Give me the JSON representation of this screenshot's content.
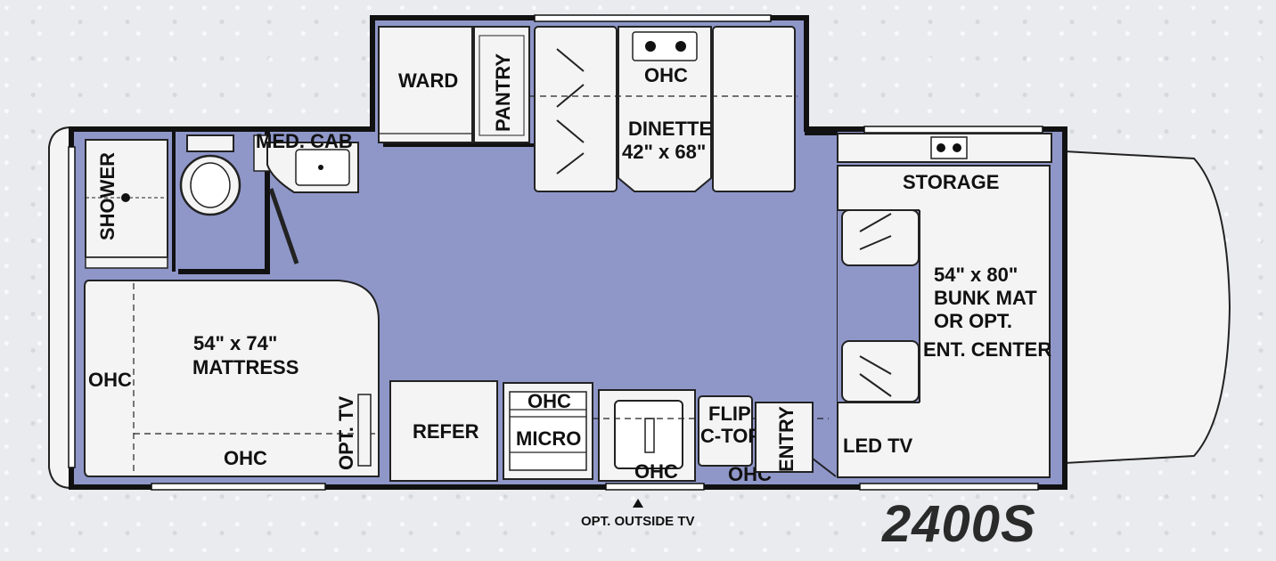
{
  "colors": {
    "floor": "#8f97c9",
    "wall": "#111111",
    "fixture": "#f4f4f4"
  },
  "labels": {
    "ward": "WARD",
    "pantry": "PANTRY",
    "ohc_top": "OHC",
    "dinette": "DINETTE",
    "dinette_size": "42\" x 68\"",
    "med_cab": "MED. CAB",
    "shower": "SHOWER",
    "storage": "STORAGE",
    "bunk_line1": "54\" x 80\"",
    "bunk_line2": "BUNK MAT",
    "bunk_line3": "OR OPT.",
    "bunk_line4": "ENT. CENTER",
    "mattress_size": "54\" x 74\"",
    "mattress": "MATTRESS",
    "ohc_left": "OHC",
    "ohc_bed_bottom": "OHC",
    "opt_tv": "OPT. TV",
    "refer": "REFER",
    "ohc_micro": "OHC",
    "micro": "MICRO",
    "ohc_sink": "OHC",
    "flip": "FLIP",
    "ctop": "C-TOP",
    "ohc_flip": "OHC",
    "entry": "ENTRY",
    "led_tv": "LED TV",
    "opt_outside_tv": "OPT. OUTSIDE TV"
  },
  "model_name": "2400S"
}
